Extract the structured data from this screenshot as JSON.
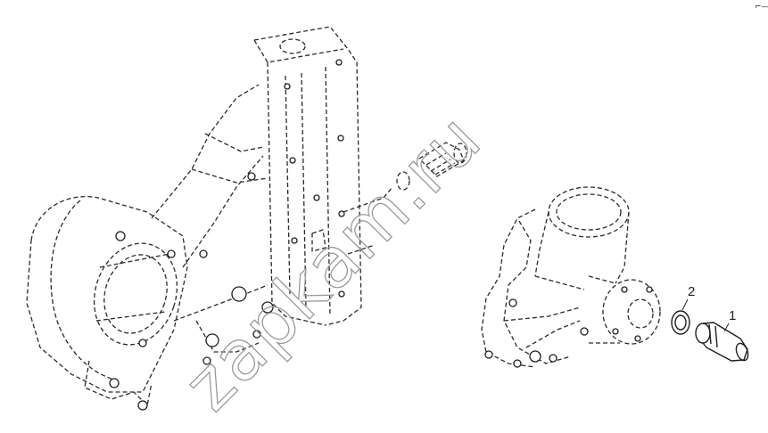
{
  "callouts": [
    {
      "label": "1"
    },
    {
      "label": "2"
    }
  ],
  "watermark": {
    "text": "zapkam.ru"
  },
  "corner_mark": {
    "text": "⌐—"
  },
  "colors": {
    "line": "#2a2a2a",
    "watermark": "#9a9a9a",
    "background": "#ffffff"
  }
}
